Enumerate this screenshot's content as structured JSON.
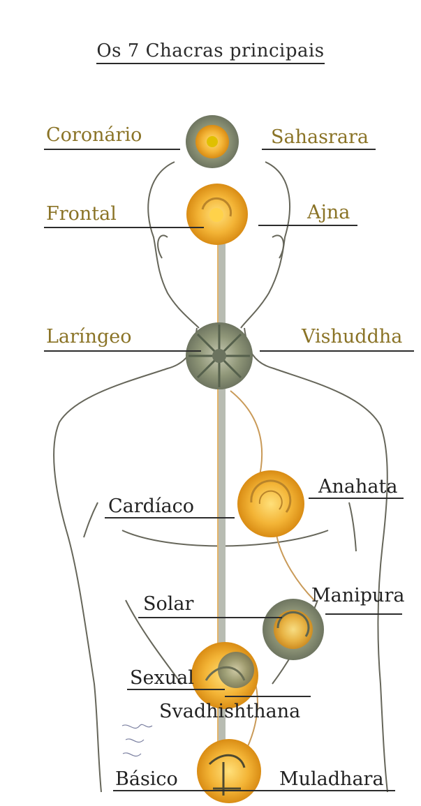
{
  "title": "Os 7 Chacras principais",
  "labels": {
    "coronario": "Coronário",
    "sahasrara": "Sahasrara",
    "frontal": "Frontal",
    "ajna": "Ajna",
    "laringeo": "Laríngeo",
    "vishuddha": "Vishuddha",
    "cardiaco": "Cardíaco",
    "anahata": "Anahata",
    "solar": "Solar",
    "manipura": "Manipura",
    "sexual": "Sexual",
    "svadhishthana": "Svadhishthana",
    "basico": "Básico",
    "muladhara": "Muladhara"
  },
  "colors": {
    "gold_label": "#8a7326",
    "dark_label": "#222222",
    "chakra_orange": "#f0a81c",
    "chakra_gray": "#8d9678",
    "body_outline": "#666655"
  }
}
